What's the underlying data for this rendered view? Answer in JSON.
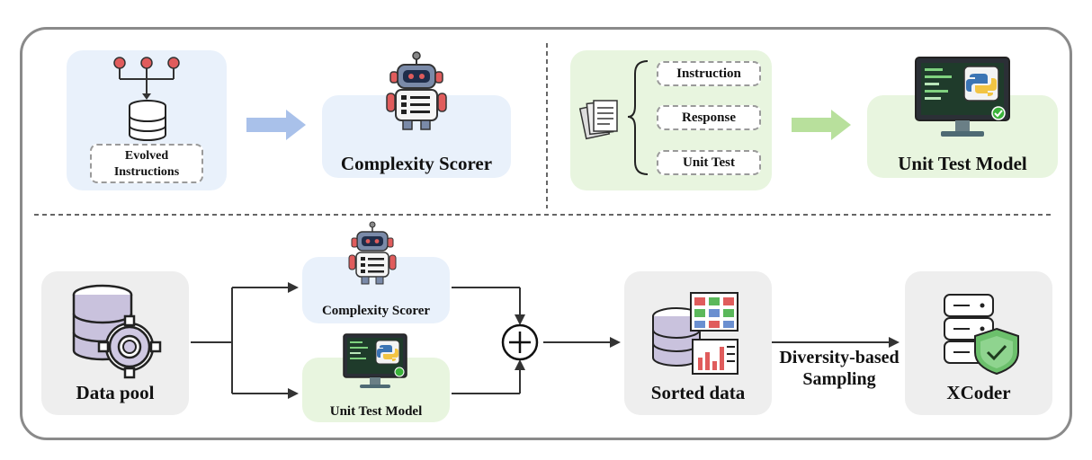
{
  "top_left": {
    "evolved_label": [
      "Evolved",
      "Instructions"
    ],
    "scorer_label": "Complexity Scorer"
  },
  "top_right": {
    "items": [
      "Instruction",
      "Response",
      "Unit Test"
    ],
    "model_label": "Unit Test Model"
  },
  "bottom": {
    "data_pool_label": "Data pool",
    "scorer_label": "Complexity Scorer",
    "unit_test_label": "Unit Test Model",
    "sorted_label": "Sorted data",
    "sampling_label": [
      "Diversity-based",
      "Sampling"
    ],
    "xcoder_label": "XCoder"
  },
  "colors": {
    "frame": "#8a8a8a",
    "blue_panel": "#e9f1fb",
    "green_panel": "#e8f5df",
    "gray_panel": "#eeeeee",
    "blue_arrow": "#a9c1ea",
    "green_arrow": "#b8e09c",
    "accent_red": "#e05c5c"
  }
}
